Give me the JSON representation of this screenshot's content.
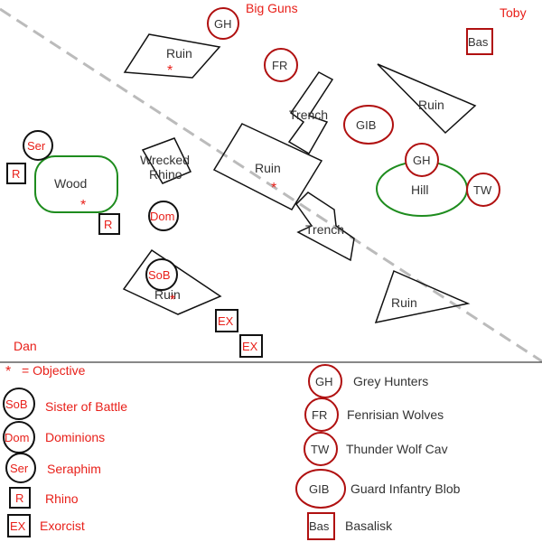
{
  "colors": {
    "unit_red": "#e8201a",
    "outline_black": "#111111",
    "unit_dark_red": "#b01010",
    "hill_green": "#1e8c1e",
    "divider_gray": "#bbbbbb"
  },
  "players": {
    "top_left": "Big Guns",
    "top_right": "Toby",
    "bottom_left": "Dan"
  },
  "terrain": {
    "ruin_top": "Ruin",
    "ruin_center": "Ruin",
    "ruin_right_top": "Ruin",
    "ruin_right_bottom": "Ruin",
    "ruin_bottom_left": "Ruin",
    "trench_top": "Trench",
    "trench_bottom": "Trench",
    "wood": "Wood",
    "hill": "Hill",
    "wrecked_rhino_1": "Wrecked",
    "wrecked_rhino_2": "Rhino"
  },
  "objective_marker": "*",
  "units": {
    "gh_top": "GH",
    "gh_hill": "GH",
    "fr": "FR",
    "gib": "GIB",
    "tw": "TW",
    "bas": "Bas",
    "ser": "Ser",
    "r_left": "R",
    "r_right": "R",
    "dom": "Dom",
    "sob": "SoB",
    "ex_1": "EX",
    "ex_2": "EX"
  },
  "legend": {
    "objective": "= Objective",
    "left": [
      {
        "abbr": "SoB",
        "label": "Sister of Battle"
      },
      {
        "abbr": "Dom",
        "label": "Dominions"
      },
      {
        "abbr": "Ser",
        "label": "Seraphim"
      },
      {
        "abbr": "R",
        "label": "Rhino"
      },
      {
        "abbr": "EX",
        "label": "Exorcist"
      }
    ],
    "right": [
      {
        "abbr": "GH",
        "label": "Grey Hunters"
      },
      {
        "abbr": "FR",
        "label": "Fenrisian Wolves"
      },
      {
        "abbr": "TW",
        "label": "Thunder Wolf Cav"
      },
      {
        "abbr": "GIB",
        "label": "Guard Infantry Blob"
      },
      {
        "abbr": "Bas",
        "label": "Basalisk"
      }
    ]
  }
}
